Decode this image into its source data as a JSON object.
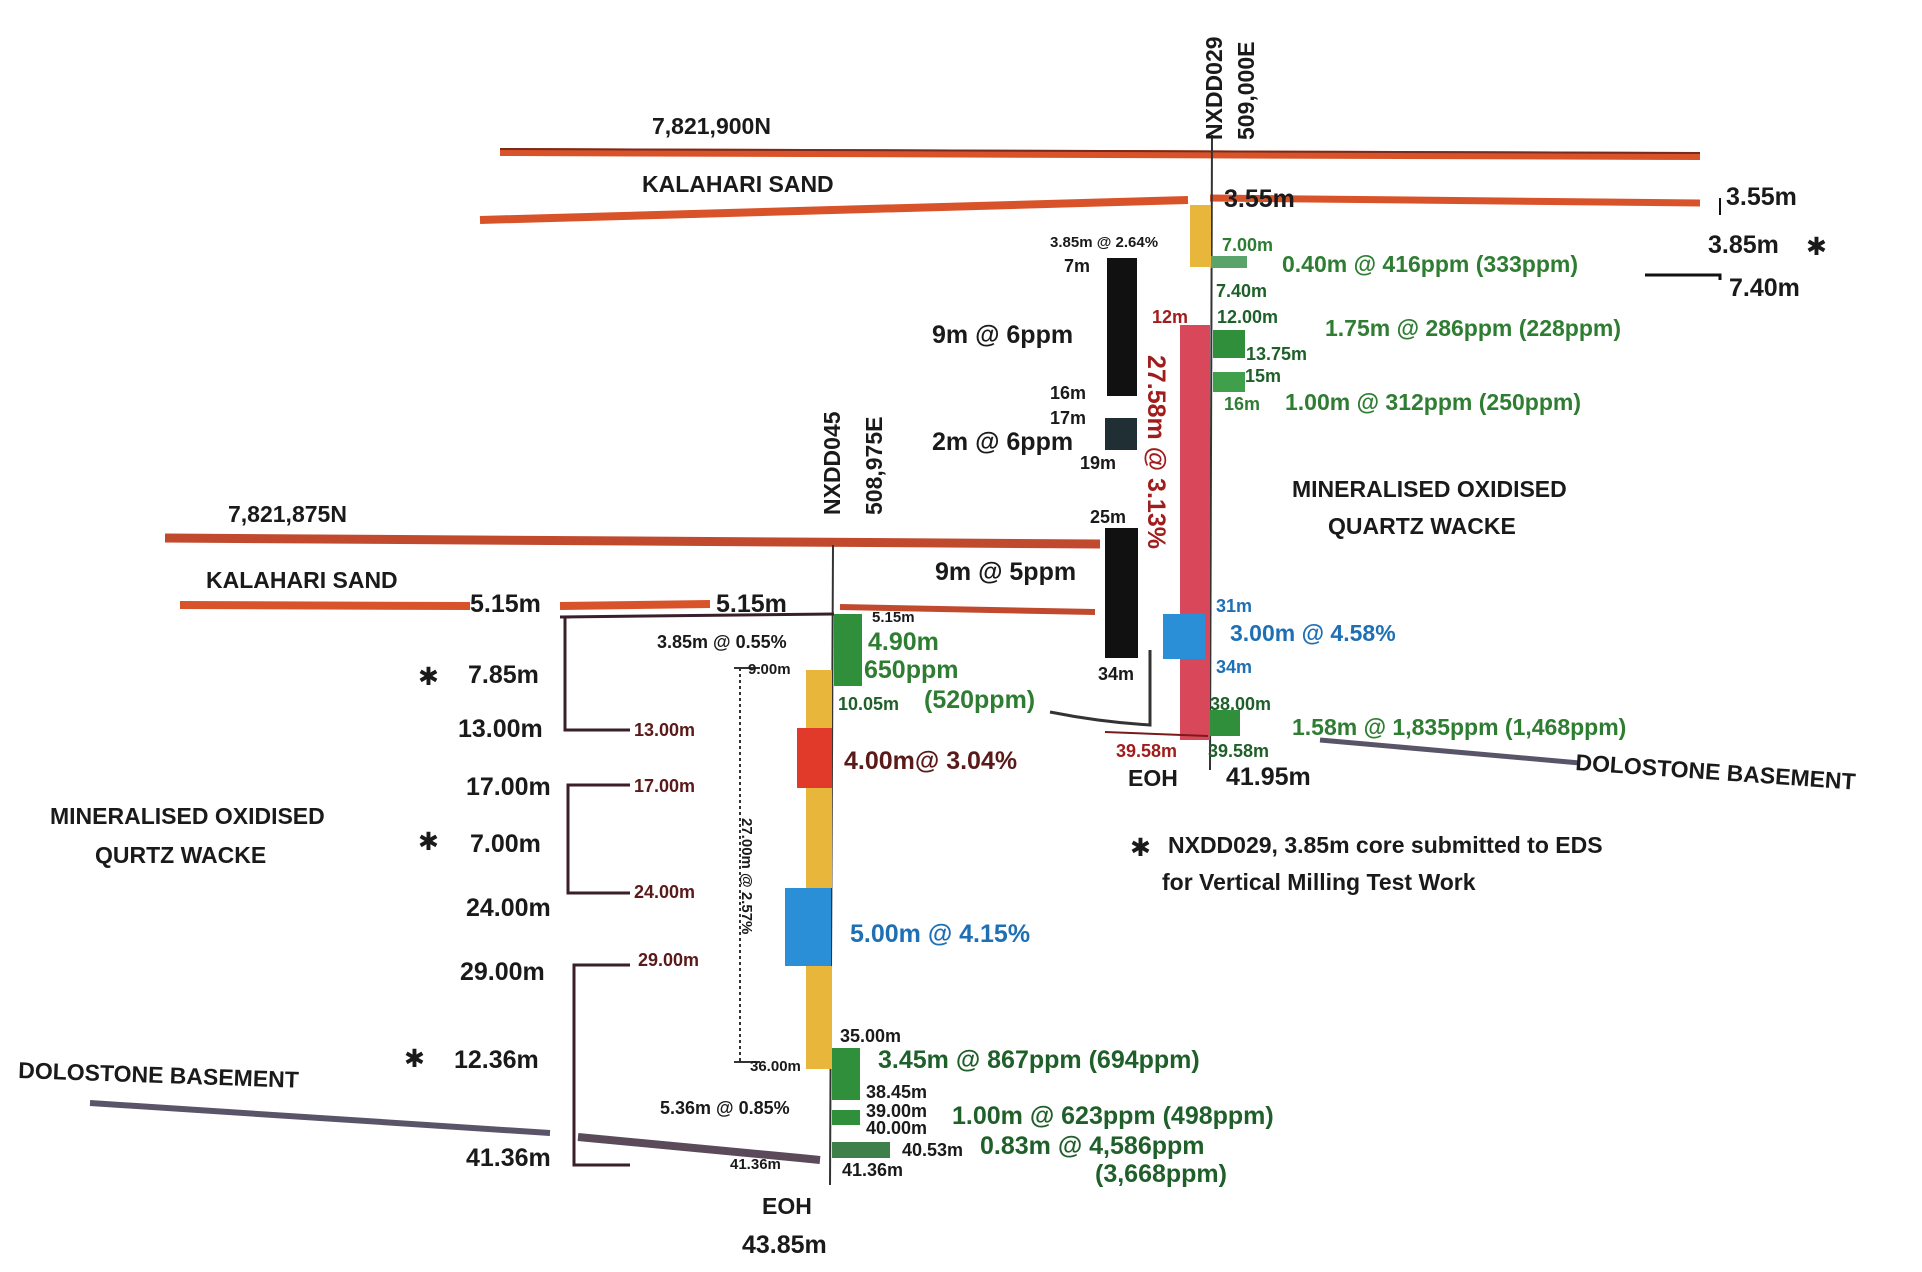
{
  "colors": {
    "sand_line": "#d9532a",
    "dolostone_line": "#5a5468",
    "ore_yellow": "#e8b63a",
    "ore_green": "#2f8f3a",
    "ore_red": "#e23a2a",
    "ore_blue": "#2a8fd6",
    "ore_pink": "#d9485a",
    "assay_black": "#111111"
  },
  "hole_nxdd029": {
    "id": "NXDD029",
    "easting": "509,000E",
    "northing": "7,821,900N",
    "sand_label": "KALAHARI SAND",
    "sand_depth": "3.55m",
    "sand_depth_right": "3.55m",
    "side_interval": "3.85m",
    "side_interval_to": "7.40m",
    "top_grade": "3.85m @ 2.64%",
    "d7": "7m",
    "a1": "9m @ 6ppm",
    "d16": "16m",
    "d17": "17m",
    "a2": "2m @ 6ppm",
    "d19": "19m",
    "d25": "25m",
    "a3": "9m @ 5ppm",
    "d34": "34m",
    "d7_00": "7.00m",
    "d7_40": "7.40m",
    "r1": "0.40m @  416ppm (333ppm)",
    "d12red": "12m",
    "d12_00": "12.00m",
    "r2": "1.75m @  286ppm (228ppm)",
    "d13_75": "13.75m",
    "d15": "15m",
    "d16g": "16m",
    "r3": "1.00m @ 312ppm (250ppm)",
    "main_grade": "27.58m @ 3.13%",
    "rock_label_1": "MINERALISED OXIDISED",
    "rock_label_2": "QUARTZ WACKE",
    "d31": "31m",
    "blue_grade": "3.00m @ 4.58%",
    "d34b": "34m",
    "d38": "38.00m",
    "r4": "1.58m @ 1,835ppm (1,468ppm)",
    "d39_58r": "39.58m",
    "d39_58g": "39.58m",
    "eoh": "EOH",
    "eoh_depth": "41.95m",
    "dolostone": "DOLOSTONE BASEMENT",
    "note_star": "✱",
    "note_1": "NXDD029, 3.85m core submitted to EDS",
    "note_2": "for  Vertical Milling Test Work"
  },
  "hole_nxdd045": {
    "id": "NXDD045",
    "easting": "508,975E",
    "northing": "7,821,875N",
    "sand_label": "KALAHARI SAND",
    "sand_depth_left": "5.15m",
    "sand_depth_mid": "5.15m",
    "sand_depth_small": "5.15m",
    "g1": "3.85m @ 0.55%",
    "d9": "9.00m",
    "r1a": "4.90m",
    "r1b": "650ppm",
    "d10_05": "10.05m",
    "r1c": "(520ppm)",
    "d13": "13.00m",
    "red_grade": "4.00m@ 3.04%",
    "d17": "17.00m",
    "main_grade": "27.00m @ 2.57%",
    "d24": "24.00m",
    "blue_grade": "5.00m @ 4.15%",
    "d29": "29.00m",
    "d35": "35.00m",
    "d36": "36.00m",
    "r2": "3.45m @ 867ppm (694ppm)",
    "d38_45": "38.45m",
    "g2": "5.36m @ 0.85%",
    "d39": "39.00m",
    "d40": "40.00m",
    "r3": "1.00m @ 623ppm (498ppm)",
    "d40_53": "40.53m",
    "r4a": "0.83m @ 4,586ppm",
    "r4b": "(3,668ppm)",
    "d41_36a": "41.36m",
    "d41_36b": "41.36m",
    "eoh": "EOH",
    "eoh_depth": "43.85m",
    "rock_label_1": "MINERALISED OXIDISED",
    "rock_label_2": "QURTZ WACKE",
    "dolostone": "DOLOSTONE BASEMENT",
    "left_star": "✱",
    "left_7_85": "7.85m",
    "left_13": "13.00m",
    "left_17": "17.00m",
    "left_7_00": "7.00m",
    "left_24": "24.00m",
    "left_29": "29.00m",
    "left_12_36": "12.36m",
    "left_41_36": "41.36m"
  }
}
